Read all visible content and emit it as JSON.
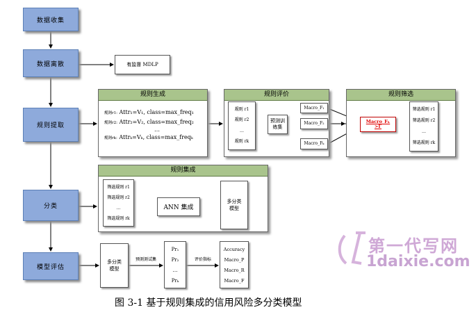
{
  "steps": {
    "collect": "数据收集",
    "discretize": "数据离散",
    "extract": "规则提取",
    "classify": "分类",
    "evaluate": "模型评估"
  },
  "mdlp_label": "有监督 MDLP",
  "rule_gen": {
    "title": "规则生成",
    "rules": [
      {
        "id": "规则r1:",
        "text": "Attr₁=V₁, class=max_freq₁"
      },
      {
        "id": "规则r2:",
        "text": "Attr₂=V₂, class=max_freq₂"
      },
      {
        "id": "",
        "text": "…"
      },
      {
        "id": "规则rk:",
        "text": "Attrₖ=Vₖ, class=max_freqₖ"
      }
    ]
  },
  "rule_eval": {
    "title": "规则评价",
    "rules": [
      "规则 r1",
      "规则 r2",
      "…",
      "规则 rk"
    ],
    "train_set": "预测训练集",
    "metrics": [
      "Macro_F₁",
      "Macro_F₂",
      "Macro_Fₖ"
    ]
  },
  "rule_filter": {
    "title": "规则筛选",
    "criterion": "Macro_Fₖ\n>Γ",
    "rules": [
      "筛选规则 r1",
      "筛选规则 r2",
      "…",
      "筛选规则 rk"
    ]
  },
  "rule_ensemble": {
    "title": "规则集成",
    "rules": [
      "筛选规则 r1",
      "筛选规则 r2",
      "…",
      "筛选规则 rk"
    ],
    "ann": "ANN 集成",
    "model": "多分类\n模型"
  },
  "evaluation": {
    "model": "多分类\n模型",
    "test_set": "预测测试集",
    "preds": [
      "Pr₁",
      "Pr₂",
      "…",
      "Prₖ"
    ],
    "metric_label": "评价指标",
    "metrics": [
      "Accuracy",
      "Macro_P",
      "Macro_R",
      "Macro_F"
    ]
  },
  "caption": "图 3-1  基于规则集成的信用风险多分类模型",
  "watermark": {
    "cn": "第一代写网",
    "en": "1daixie.com"
  },
  "colors": {
    "step_fill": "#8eaadb",
    "panel_header": "#a9c48c",
    "highlight_text": "#e00000"
  }
}
